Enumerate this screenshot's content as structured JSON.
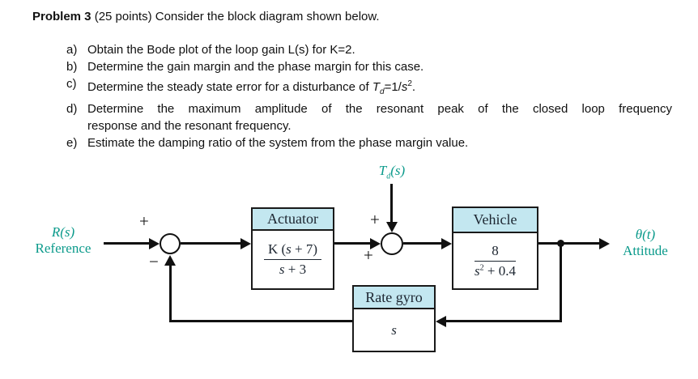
{
  "problem": {
    "heading_bold": "Problem 3",
    "heading_rest": " (25 points) Consider the block diagram shown below.",
    "items": {
      "a": {
        "label": "a)",
        "text": "Obtain the Bode plot of the loop gain L(s) for K=2."
      },
      "b": {
        "label": "b)",
        "text": "Determine the gain margin and the phase margin for this case."
      },
      "c": {
        "label": "c)",
        "pre": "Determine the steady state error for a disturbance of ",
        "T": "T",
        "T_sub": "d",
        "mid": "=1/",
        "s": "s",
        "s_sup": "2",
        "end": "."
      },
      "d": {
        "label": "d)",
        "line1": "Determine the maximum amplitude of the resonant peak of the closed loop frequency",
        "line2": "response and the resonant frequency."
      },
      "e": {
        "label": "e)",
        "text": "Estimate the damping ratio of the system from the phase margin value."
      }
    }
  },
  "diagram": {
    "reference": {
      "line1": "R(s)",
      "line2": "Reference"
    },
    "disturbance": {
      "T": "T",
      "sub": "d",
      "rest": "(s)"
    },
    "output": {
      "line1": "θ(t)",
      "line2": "Attitude"
    },
    "sum1": {
      "plus": "+",
      "minus": "−"
    },
    "sum2": {
      "plus_top": "+",
      "plus_left": "+"
    },
    "actuator": {
      "title": "Actuator",
      "num_pre": "K (",
      "num_var": "s",
      "num_post": " + 7)",
      "den_var": "s",
      "den_post": " + 3"
    },
    "vehicle": {
      "title": "Vehicle",
      "num": "8",
      "den_var": "s",
      "den_sup": "2",
      "den_post": " + 0.4"
    },
    "rate_gyro": {
      "title": "Rate gyro",
      "body": "s"
    }
  },
  "colors": {
    "label_teal": "#0b9a8b",
    "block_header_fill": "#c3e7f0",
    "line_black": "#111111"
  }
}
